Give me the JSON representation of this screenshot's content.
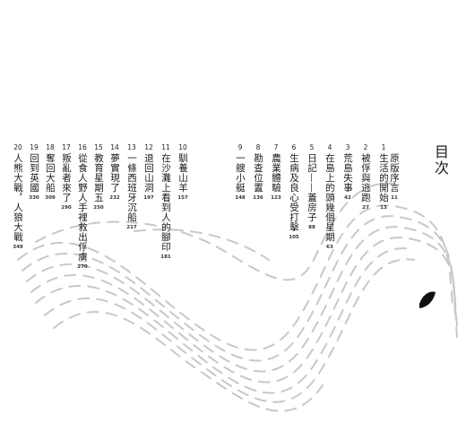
{
  "title": "目次",
  "entries": [
    {
      "num": "",
      "title": "原版序言",
      "page": "11"
    },
    {
      "num": "1",
      "title": "生活的開始",
      "page": "13"
    },
    {
      "num": "2",
      "title": "被俘與逃跑",
      "page": "27"
    },
    {
      "num": "3",
      "title": "荒島失事",
      "page": "42"
    },
    {
      "num": "4",
      "title": "在島上的頭幾個星期",
      "page": "63"
    },
    {
      "num": "5",
      "title": "日記——蓋房子",
      "page": "88"
    },
    {
      "num": "6",
      "title": "生病及良心受打擊",
      "page": "105"
    },
    {
      "num": "7",
      "title": "農業體驗",
      "page": "123"
    },
    {
      "num": "8",
      "title": "勘查位置",
      "page": "136"
    },
    {
      "num": "9",
      "title": "一艘小艇",
      "page": "148"
    },
    {
      "num": "10",
      "title": "馴養山羊",
      "page": "157"
    },
    {
      "num": "11",
      "title": "在沙灘上看到人的腳印",
      "page": "181"
    },
    {
      "num": "12",
      "title": "退回山洞",
      "page": "197"
    },
    {
      "num": "13",
      "title": "一條西班牙沉船",
      "page": "217"
    },
    {
      "num": "14",
      "title": "夢實現了",
      "page": "232"
    },
    {
      "num": "15",
      "title": "教育星期五",
      "page": "250"
    },
    {
      "num": "16",
      "title": "從食人野人手裡救出俘虜",
      "page": "270"
    },
    {
      "num": "17",
      "title": "叛亂者來了",
      "page": "290"
    },
    {
      "num": "18",
      "title": "奪回大船",
      "page": "309"
    },
    {
      "num": "19",
      "title": "回到英國",
      "page": "330"
    },
    {
      "num": "20",
      "title": "人熊大戰，人狼大戰",
      "page": "349"
    }
  ]
}
